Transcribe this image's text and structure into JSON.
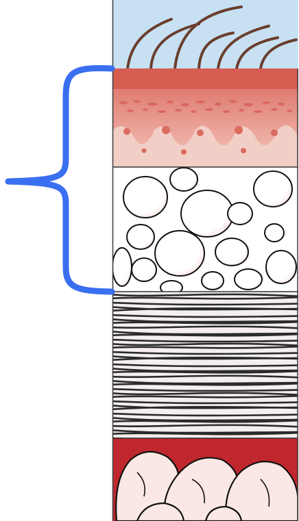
{
  "diagram": {
    "layers": [
      {
        "name": "air",
        "color": "#c7e1f3"
      },
      {
        "name": "epidermis",
        "color": "#e39a8f"
      },
      {
        "name": "dermis",
        "color": "#f2cfc6"
      },
      {
        "name": "adipose-tissue",
        "color": "#ffffff"
      },
      {
        "name": "muscle",
        "color": "#2a2a2a"
      },
      {
        "name": "organ",
        "color": "#fbe8e4"
      }
    ],
    "bracket": {
      "color": "#3a6ff0",
      "spans": [
        "epidermis",
        "dermis",
        "adipose-tissue"
      ]
    },
    "hair_color": "#6b3e2e",
    "blood_color": "#c0272d"
  }
}
